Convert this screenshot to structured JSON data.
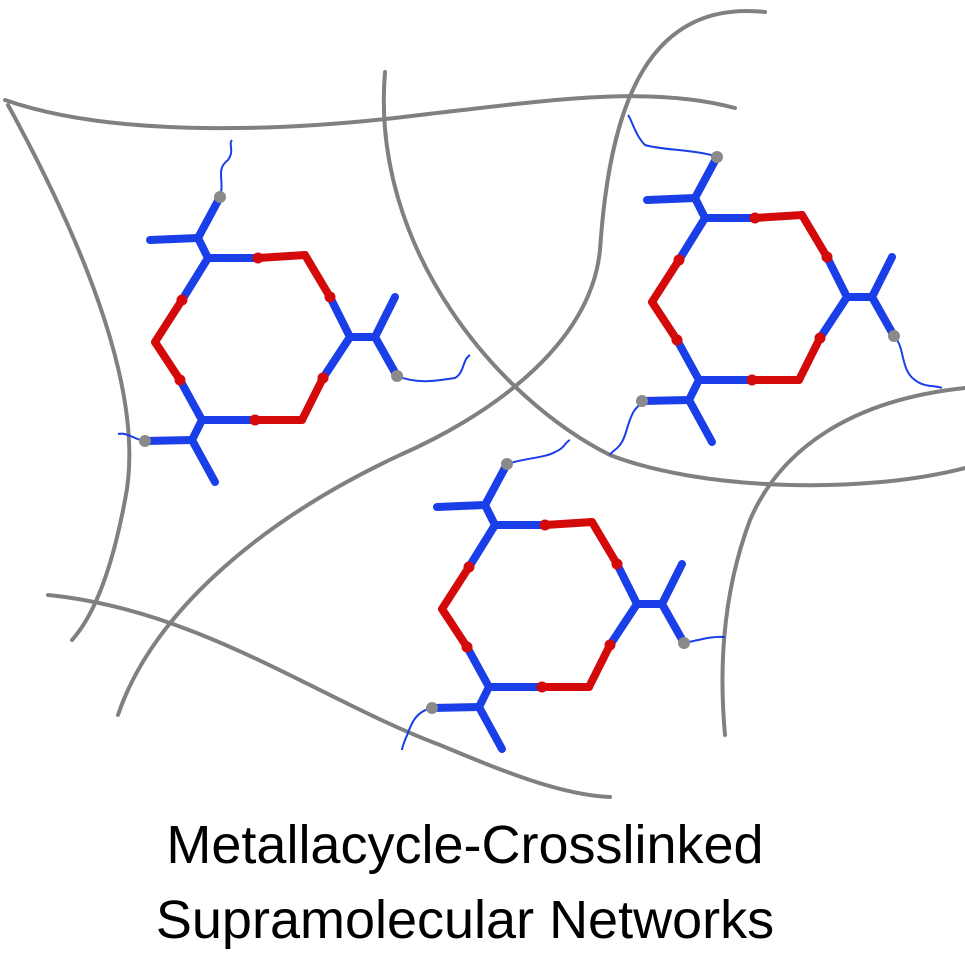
{
  "caption": {
    "line1": "Metallacycle-Crosslinked",
    "line2": "Supramolecular Networks"
  },
  "colors": {
    "polymer": "#808080",
    "ligand": "#1a3ee8",
    "metal": "#d40a0a",
    "linker": "#1a3ee8",
    "end_ball": "#8a8a8a"
  },
  "metallacycle_count": 3
}
